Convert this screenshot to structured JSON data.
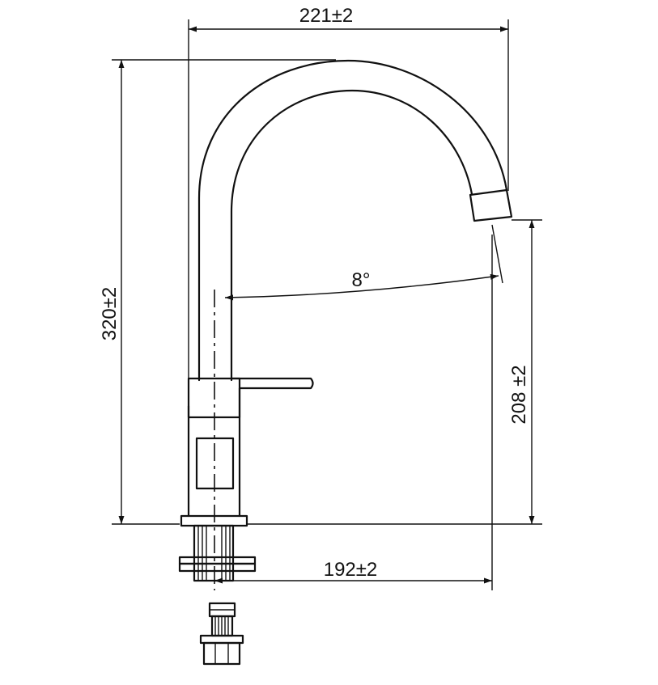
{
  "dimensions": {
    "total_width": "221±2",
    "total_height": "320±2",
    "spout_height": "208 ±2",
    "spout_reach": "192±2",
    "spout_angle": "8°"
  }
}
